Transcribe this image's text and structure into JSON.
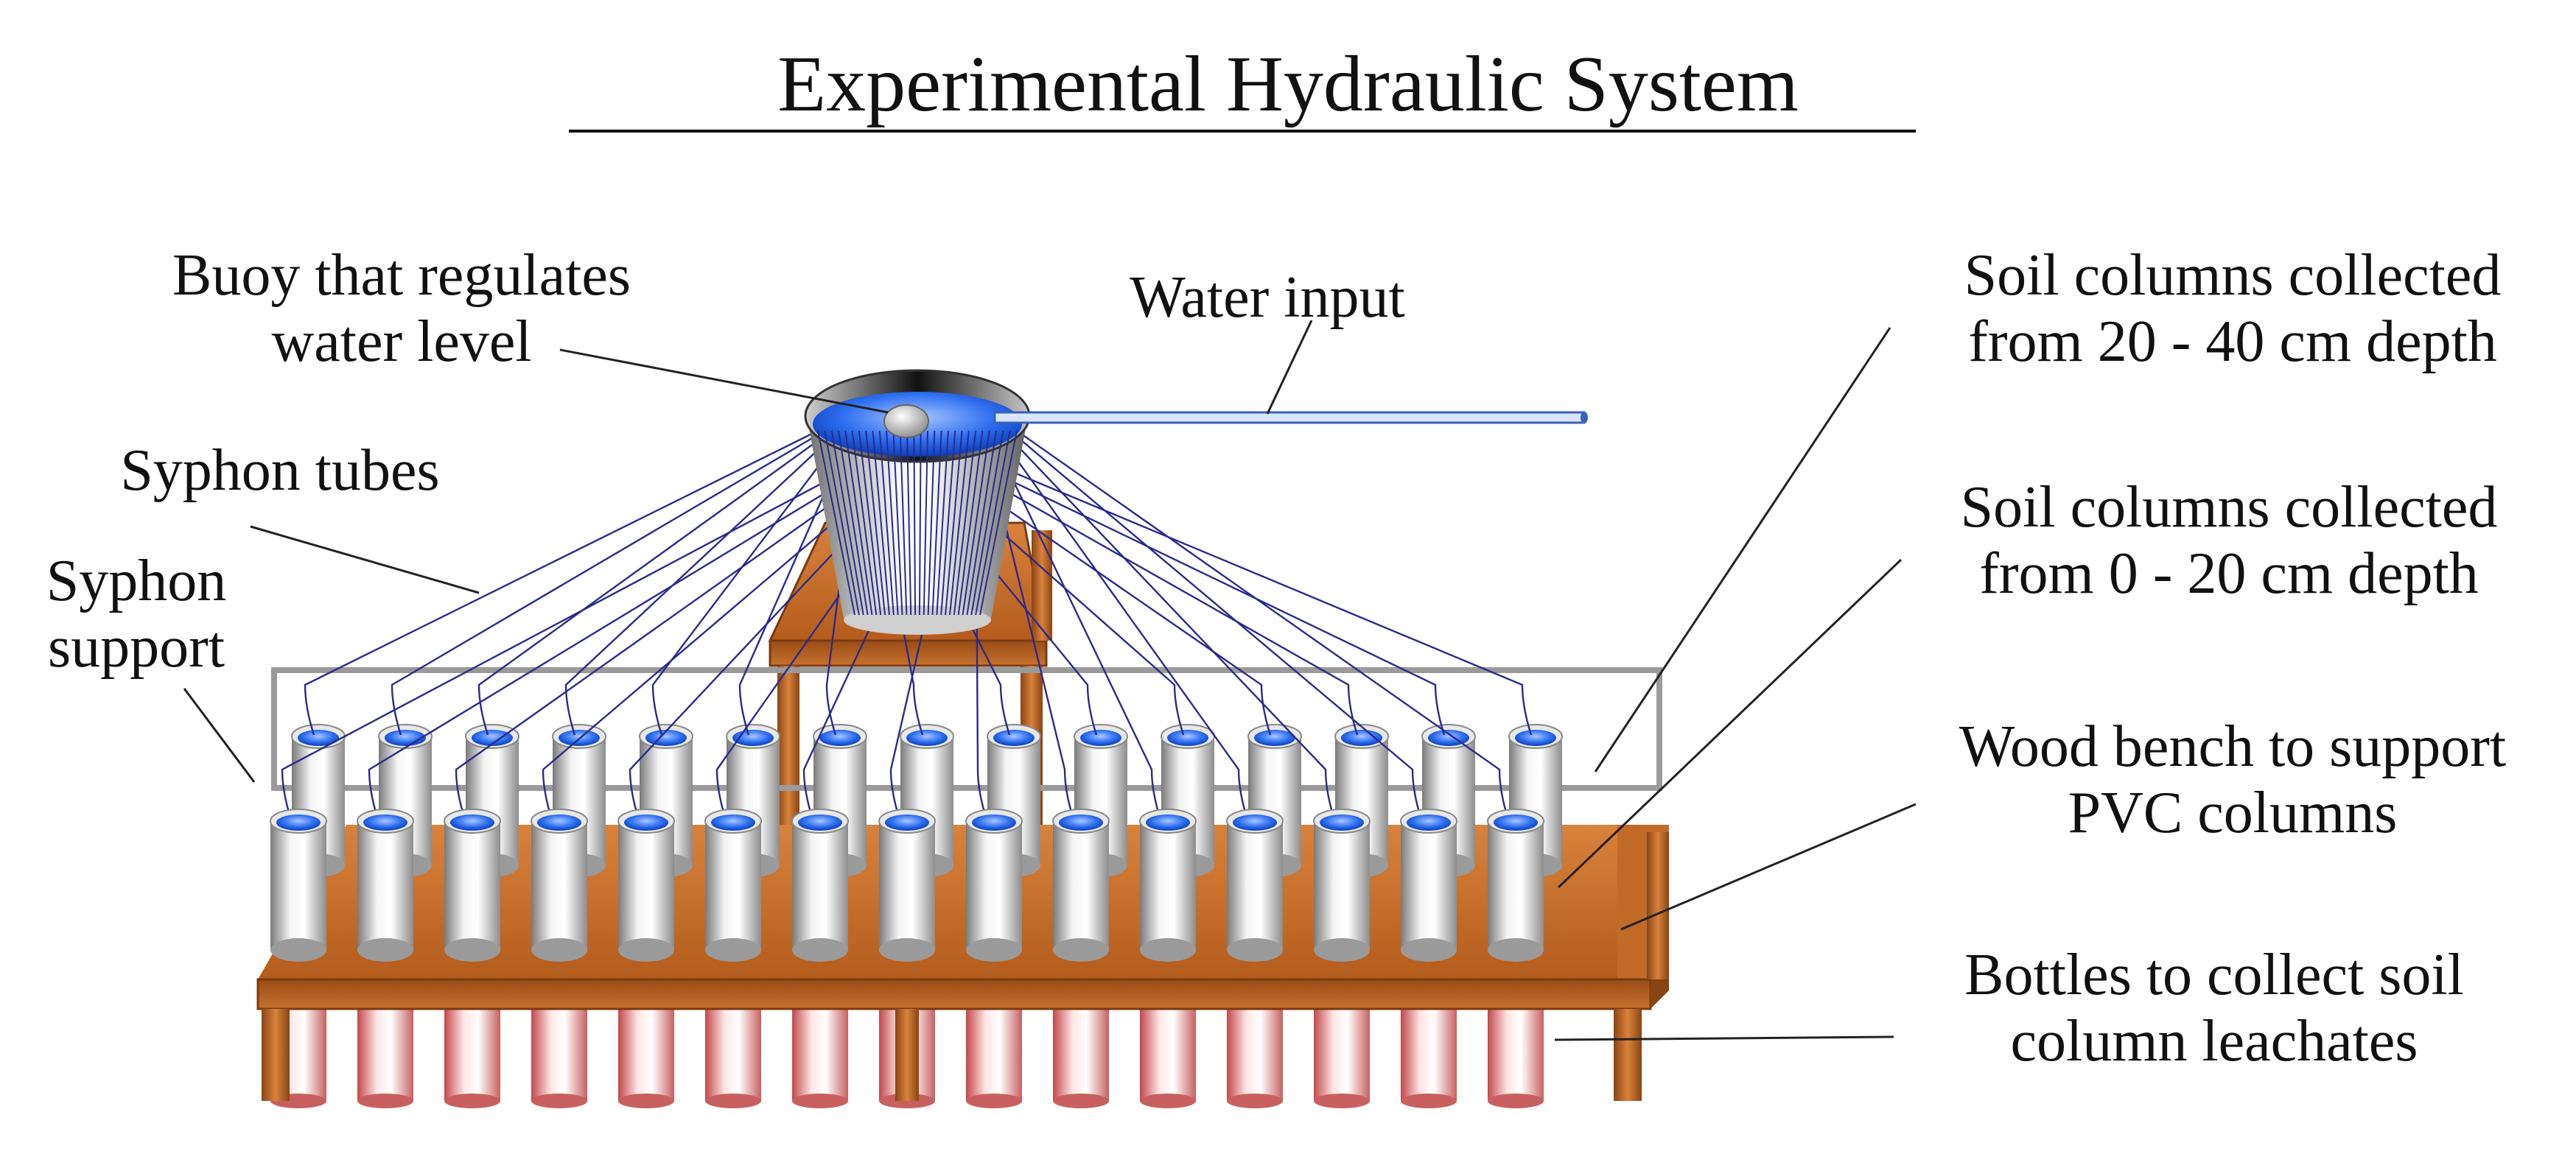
{
  "title": "Experimental Hydraulic System",
  "labels": {
    "buoy": [
      "Buoy that regulates",
      "water level"
    ],
    "water_input": "Water input",
    "syphon_tubes": "Syphon tubes",
    "syphon_support": [
      "Syphon",
      "support"
    ],
    "soil_deep": [
      "Soil columns collected",
      "from 20 - 40 cm depth"
    ],
    "soil_shallow": [
      "Soil columns collected",
      "from 0 - 20 cm depth"
    ],
    "bench": [
      "Wood bench to support",
      "PVC columns"
    ],
    "bottles": [
      "Bottles to collect soil",
      "column leachates"
    ]
  },
  "counts": {
    "back_row_columns": 15,
    "front_row_columns": 15,
    "bottles": 15
  },
  "colors": {
    "water": "#1f5fe0",
    "wood": "#c26a28",
    "wood_dark": "#8a4412",
    "pvc": "#d9d9d9",
    "bottle": "#e8a0a0",
    "tube": "#2b2b8c",
    "frame": "#9a9a9a"
  }
}
